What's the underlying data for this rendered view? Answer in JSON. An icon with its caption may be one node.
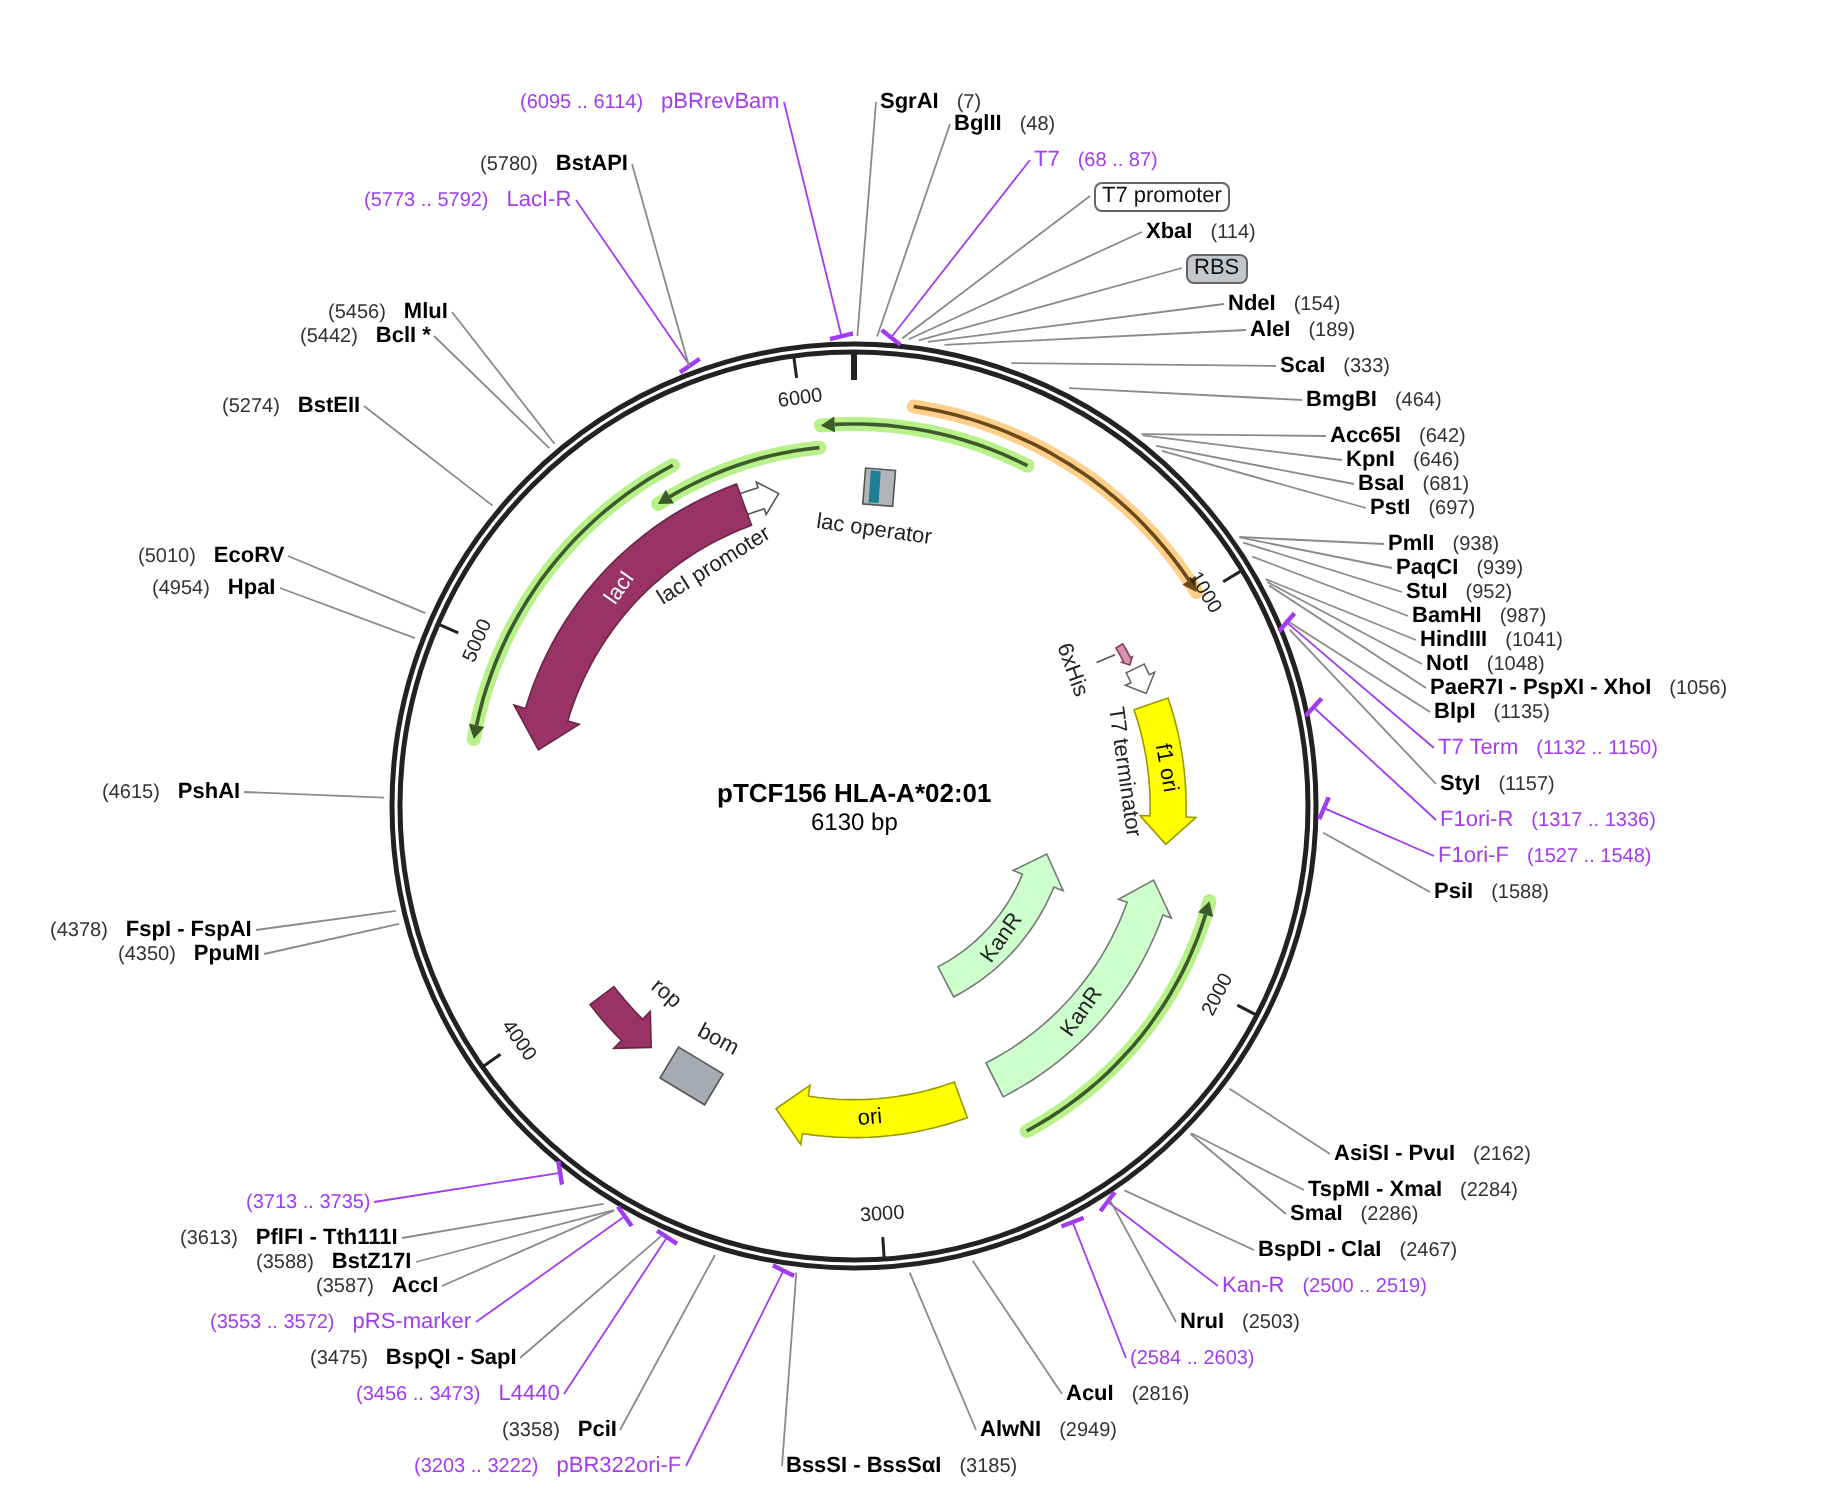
{
  "diagram": {
    "title": "pTCF156 HLA-A*02:01",
    "caption": "6130 bp",
    "nodes": [
      {
        "text": [
          "(6095 .. 6114)",
          "pBRrevBam"
        ]
      },
      {
        "text": [
          "SgrAI",
          "(7)"
        ]
      },
      {
        "text": [
          "BglII",
          "(48)"
        ]
      },
      {
        "text": [
          "T7",
          "(68 .. 87)"
        ]
      },
      {
        "text": [
          "T7 promoter"
        ]
      },
      {
        "text": [
          "XbaI",
          "(114)"
        ]
      },
      {
        "text": [
          "RBS"
        ]
      },
      {
        "text": [
          "NdeI",
          "(154)"
        ]
      },
      {
        "text": [
          "AleI",
          "(189)"
        ]
      },
      {
        "text": [
          "ScaI",
          "(333)"
        ]
      },
      {
        "text": [
          "BmgBI",
          "(464)"
        ]
      },
      {
        "text": [
          "Acc65I",
          "(642)"
        ]
      },
      {
        "text": [
          "KpnI",
          "(646)"
        ]
      },
      {
        "text": [
          "BsaI",
          "(681)"
        ]
      },
      {
        "text": [
          "PstI",
          "(697)"
        ]
      },
      {
        "text": [
          "PmlI",
          "(938)"
        ]
      },
      {
        "text": [
          "PaqCI",
          "(939)"
        ]
      },
      {
        "text": [
          "StuI",
          "(952)"
        ]
      },
      {
        "text": [
          "BamHI",
          "(987)"
        ]
      },
      {
        "text": [
          "HindIII",
          "(1041)"
        ]
      },
      {
        "text": [
          "NotI",
          "(1048)"
        ]
      },
      {
        "text": [
          "PaeR7I - PspXI - XhoI",
          "(1056)"
        ]
      },
      {
        "text": [
          "BlpI",
          "(1135)"
        ]
      },
      {
        "text": [
          "T7 Term",
          "(1132 .. 1150)"
        ]
      },
      {
        "text": [
          "StyI",
          "(1157)"
        ]
      },
      {
        "text": [
          "F1ori-R",
          "(1317 .. 1336)"
        ]
      },
      {
        "text": [
          "F1ori-F",
          "(1527 .. 1548)"
        ]
      },
      {
        "text": [
          "PsiI",
          "(1588)"
        ]
      },
      {
        "text": [
          "AsiSI - PvuI",
          "(2162)"
        ]
      },
      {
        "text": [
          "TspMI - XmaI",
          "(2284)"
        ]
      },
      {
        "text": [
          "SmaI",
          "(2286)"
        ]
      },
      {
        "text": [
          "BspDI - ClaI",
          "(2467)"
        ]
      },
      {
        "text": [
          "Kan-R",
          "(2500 .. 2519)"
        ]
      },
      {
        "text": [
          "NruI",
          "(2503)"
        ]
      },
      {
        "text": [
          "(2584 .. 2603)"
        ]
      },
      {
        "text": [
          "AcuI",
          "(2816)"
        ]
      },
      {
        "text": [
          "AlwNI",
          "(2949)"
        ]
      },
      {
        "text": [
          "BssSI - BssSαI",
          "(3185)"
        ]
      },
      {
        "text": [
          "(3203 .. 3222)",
          "pBR322ori-F"
        ]
      },
      {
        "text": [
          "(3358)",
          "PciI"
        ]
      },
      {
        "text": [
          "(3456 .. 3473)",
          "L4440"
        ]
      },
      {
        "text": [
          "(3475)",
          "BspQI - SapI"
        ]
      },
      {
        "text": [
          "(3553 .. 3572)",
          "pRS-marker"
        ]
      },
      {
        "text": [
          "(3587)",
          "AccI"
        ]
      },
      {
        "text": [
          "(3588)",
          "BstZ17I"
        ]
      },
      {
        "text": [
          "(3613)",
          "PflFI - Tth111I"
        ]
      },
      {
        "text": [
          "(3713 .. 3735)"
        ]
      },
      {
        "text": [
          "(4378)",
          "FspI - FspAI"
        ]
      },
      {
        "text": [
          "(4350)",
          "PpuMI"
        ]
      },
      {
        "text": [
          "(4615)",
          "PshAI"
        ]
      },
      {
        "text": [
          "(5010)",
          "EcoRV"
        ]
      },
      {
        "text": [
          "(4954)",
          "HpaI"
        ]
      },
      {
        "text": [
          "(5274)",
          "BstEII"
        ]
      },
      {
        "text": [
          "(5456)",
          "MluI"
        ]
      },
      {
        "text": [
          "(5442)",
          "BclI *"
        ]
      },
      {
        "text": [
          "(5773 .. 5792)",
          "LacI-R"
        ]
      },
      {
        "text": [
          "(5780)",
          "BstAPI"
        ]
      },
      {
        "text": [
          "lac operator"
        ]
      },
      {
        "text": [
          "lacI promoter"
        ]
      },
      {
        "text": [
          "lacI"
        ]
      },
      {
        "text": [
          "6xHis"
        ]
      },
      {
        "text": [
          "T7 terminator"
        ]
      },
      {
        "text": [
          "f1 ori"
        ]
      },
      {
        "text": [
          "KanR"
        ]
      },
      {
        "text": [
          "KanR"
        ]
      },
      {
        "text": [
          "ori"
        ]
      },
      {
        "text": [
          "rop"
        ]
      },
      {
        "text": [
          "bom"
        ]
      }
    ],
    "edges": [
      {
        "from": 0,
        "to": null,
        "arrow": "other",
        "color": "#a23cf0"
      },
      {
        "from": 1,
        "to": null,
        "arrow": "none"
      },
      {
        "from": 2,
        "to": null,
        "arrow": "none"
      },
      {
        "from": 3,
        "to": null,
        "arrow": "other",
        "color": "#a23cf0"
      },
      {
        "from": 4,
        "to": null,
        "arrow": "none"
      },
      {
        "from": 5,
        "to": null,
        "arrow": "none"
      },
      {
        "from": 6,
        "to": null,
        "arrow": "none"
      },
      {
        "from": 7,
        "to": null,
        "arrow": "none"
      },
      {
        "from": 8,
        "to": null,
        "arrow": "none"
      },
      {
        "from": 9,
        "to": null,
        "arrow": "none"
      },
      {
        "from": 10,
        "to": null,
        "arrow": "none"
      },
      {
        "from": 11,
        "to": null,
        "arrow": "none"
      },
      {
        "from": 12,
        "to": null,
        "arrow": "none"
      },
      {
        "from": 13,
        "to": null,
        "arrow": "none"
      },
      {
        "from": 14,
        "to": null,
        "arrow": "none"
      },
      {
        "from": 15,
        "to": null,
        "arrow": "none"
      },
      {
        "from": 16,
        "to": null,
        "arrow": "none"
      },
      {
        "from": 17,
        "to": null,
        "arrow": "none"
      },
      {
        "from": 18,
        "to": null,
        "arrow": "none"
      },
      {
        "from": 19,
        "to": null,
        "arrow": "none"
      },
      {
        "from": 20,
        "to": null,
        "arrow": "none"
      },
      {
        "from": 21,
        "to": null,
        "arrow": "none"
      },
      {
        "from": 22,
        "to": null,
        "arrow": "none"
      },
      {
        "from": 23,
        "to": null,
        "arrow": "other",
        "color": "#a23cf0"
      },
      {
        "from": 24,
        "to": null,
        "arrow": "none"
      },
      {
        "from": 25,
        "to": null,
        "arrow": "other",
        "color": "#a23cf0"
      },
      {
        "from": 26,
        "to": null,
        "arrow": "other",
        "color": "#a23cf0"
      },
      {
        "from": 27,
        "to": null,
        "arrow": "none"
      },
      {
        "from": 28,
        "to": null,
        "arrow": "none"
      },
      {
        "from": 29,
        "to": null,
        "arrow": "none"
      },
      {
        "from": 30,
        "to": null,
        "arrow": "none"
      },
      {
        "from": 31,
        "to": null,
        "arrow": "none"
      },
      {
        "from": 32,
        "to": null,
        "arrow": "other",
        "color": "#a23cf0"
      },
      {
        "from": 33,
        "to": null,
        "arrow": "none"
      },
      {
        "from": 34,
        "to": null,
        "arrow": "other",
        "color": "#a23cf0"
      },
      {
        "from": 35,
        "to": null,
        "arrow": "none"
      },
      {
        "from": 36,
        "to": null,
        "arrow": "none"
      },
      {
        "from": 37,
        "to": null,
        "arrow": "none"
      },
      {
        "from": 38,
        "to": null,
        "arrow": "other",
        "color": "#a23cf0"
      },
      {
        "from": 39,
        "to": null,
        "arrow": "none"
      },
      {
        "from": 40,
        "to": null,
        "arrow": "other",
        "color": "#a23cf0"
      },
      {
        "from": 41,
        "to": null,
        "arrow": "none"
      },
      {
        "from": 42,
        "to": null,
        "arrow": "other",
        "color": "#a23cf0"
      },
      {
        "from": 43,
        "to": null,
        "arrow": "none"
      },
      {
        "from": 44,
        "to": null,
        "arrow": "none"
      },
      {
        "from": 45,
        "to": null,
        "arrow": "none"
      },
      {
        "from": 46,
        "to": null,
        "arrow": "other",
        "color": "#a23cf0"
      },
      {
        "from": 47,
        "to": null,
        "arrow": "none"
      },
      {
        "from": 48,
        "to": null,
        "arrow": "none"
      },
      {
        "from": 49,
        "to": null,
        "arrow": "none"
      },
      {
        "from": 50,
        "to": null,
        "arrow": "none"
      },
      {
        "from": 51,
        "to": null,
        "arrow": "none"
      },
      {
        "from": 52,
        "to": null,
        "arrow": "none"
      },
      {
        "from": 53,
        "to": null,
        "arrow": "none"
      },
      {
        "from": 54,
        "to": null,
        "arrow": "none"
      },
      {
        "from": 55,
        "to": null,
        "arrow": "other",
        "color": "#a23cf0"
      },
      {
        "from": 56,
        "to": null,
        "arrow": "none"
      }
    ],
    "labels": [
      "6000",
      "1000",
      "5000",
      "2000",
      "4000",
      "3000"
    ]
  }
}
